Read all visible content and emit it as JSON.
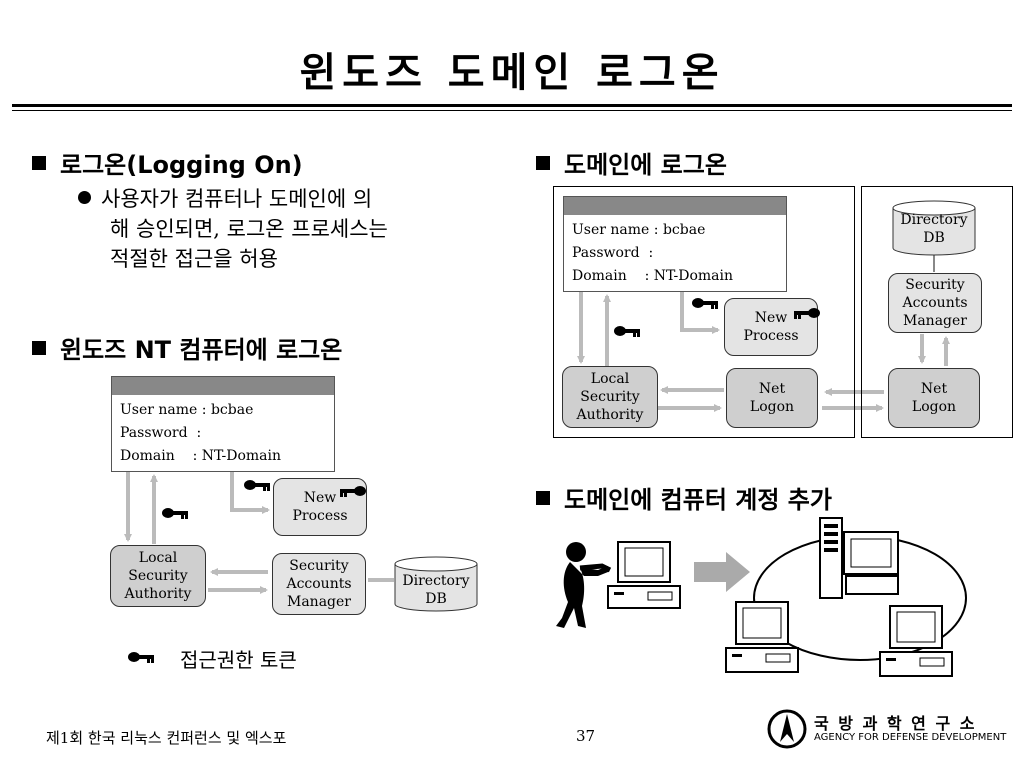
{
  "slide": {
    "title": "윈도즈 도메인 로그온",
    "page_number": "37",
    "footer_left": "제1회 한국 리눅스 컨퍼런스 및 엑스포",
    "org_name": "국 방 과 학 연 구 소",
    "org_name_en": "AGENCY FOR DEFENSE DEVELOPMENT"
  },
  "left": {
    "bullet1": "로그온(Logging On)",
    "sub1": [
      "사용자가 컴퓨터나 도메인에 의",
      "해 승인되면, 로그온 프로세스는",
      "적절한 접근을 허용"
    ],
    "bullet2": "윈도즈 NT 컴퓨터에 로그온",
    "dialog": {
      "user_row": "User name : bcbae",
      "password_row": "Password  :",
      "domain_row": "Domain    : NT-Domain"
    },
    "nodes": {
      "new_process": [
        "New",
        "Process"
      ],
      "lsa": [
        "Local",
        "Security",
        "Authority"
      ],
      "sam": [
        "Security",
        "Accounts",
        "Manager"
      ],
      "directory_db": [
        "Directory",
        "DB"
      ]
    },
    "legend": "접근권한 토큰"
  },
  "right": {
    "bullet1": "도메인에 로그온",
    "dialog": {
      "user_row": "User name : bcbae",
      "password_row": "Password  :",
      "domain_row": "Domain    : NT-Domain"
    },
    "nodes": {
      "new_process": [
        "New",
        "Process"
      ],
      "lsa": [
        "Local",
        "Security",
        "Authority"
      ],
      "net_logon_client": [
        "Net",
        "Logon"
      ],
      "net_logon_server": [
        "Net",
        "Logon"
      ],
      "sam": [
        "Security",
        "Accounts",
        "Manager"
      ],
      "directory_db": [
        "Directory",
        "DB"
      ]
    },
    "bullet2": "도메인에 컴퓨터 계정 추가"
  },
  "icons": {
    "key": "key-icon",
    "person": "person-icon",
    "computer": "computer-icon",
    "arrow": "big-right-arrow-icon",
    "logo": "add-emblem-icon"
  }
}
